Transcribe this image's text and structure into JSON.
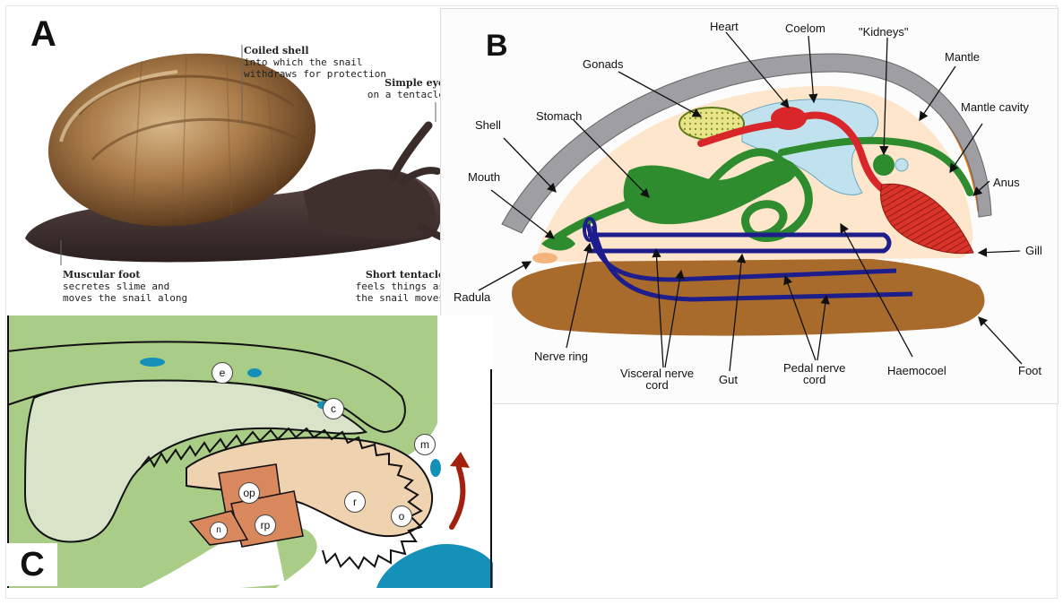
{
  "panel_a": {
    "letter": "A",
    "labels": {
      "coiled_shell_title": "Coiled shell",
      "coiled_shell_desc": "into which the snail withdraws for protection",
      "simple_eye_title": "Simple eye",
      "simple_eye_desc": "on a tentacle",
      "muscular_foot_title": "Muscular foot",
      "muscular_foot_desc": "secretes slime and moves the snail along",
      "short_tentacle_title": "Short tentacle",
      "short_tentacle_desc": "feels things as the snail moves"
    }
  },
  "panel_b": {
    "letter": "B",
    "labels": {
      "heart": "Heart",
      "coelom": "Coelom",
      "kidneys": "\"Kidneys\"",
      "mantle": "Mantle",
      "gonads": "Gonads",
      "mantle_cavity": "Mantle cavity",
      "stomach": "Stomach",
      "shell": "Shell",
      "anus": "Anus",
      "mouth": "Mouth",
      "gill": "Gill",
      "radula": "Radula",
      "nerve_ring": "Nerve ring",
      "visceral_nerve_cord_1": "Visceral nerve",
      "visceral_nerve_cord_2": "cord",
      "gut": "Gut",
      "pedal_nerve_cord_1": "Pedal nerve",
      "pedal_nerve_cord_2": "cord",
      "haemocoel": "Haemocoel",
      "foot": "Foot"
    }
  },
  "panel_c": {
    "letter": "C",
    "markers": {
      "e": "e",
      "c": "c",
      "m": "m",
      "op": "op",
      "rp": "rp",
      "r": "r",
      "o": "o",
      "n": "n"
    }
  },
  "colors": {
    "shell_grey": "#9e9ea3",
    "body_peach": "#fde6cc",
    "gut_green": "#2e8b2e",
    "heart_red": "#d8262a",
    "coelom_blue": "#bfe2ee",
    "nerve_blue": "#1d1d8c",
    "foot_brown": "#a86b2c",
    "c_green": "#a9cc86",
    "c_pale": "#d9e3c8",
    "c_tan": "#efd3b0",
    "c_muscle": "#d9875c",
    "c_blue": "#1590b8",
    "arrow_red": "#a3200f"
  }
}
